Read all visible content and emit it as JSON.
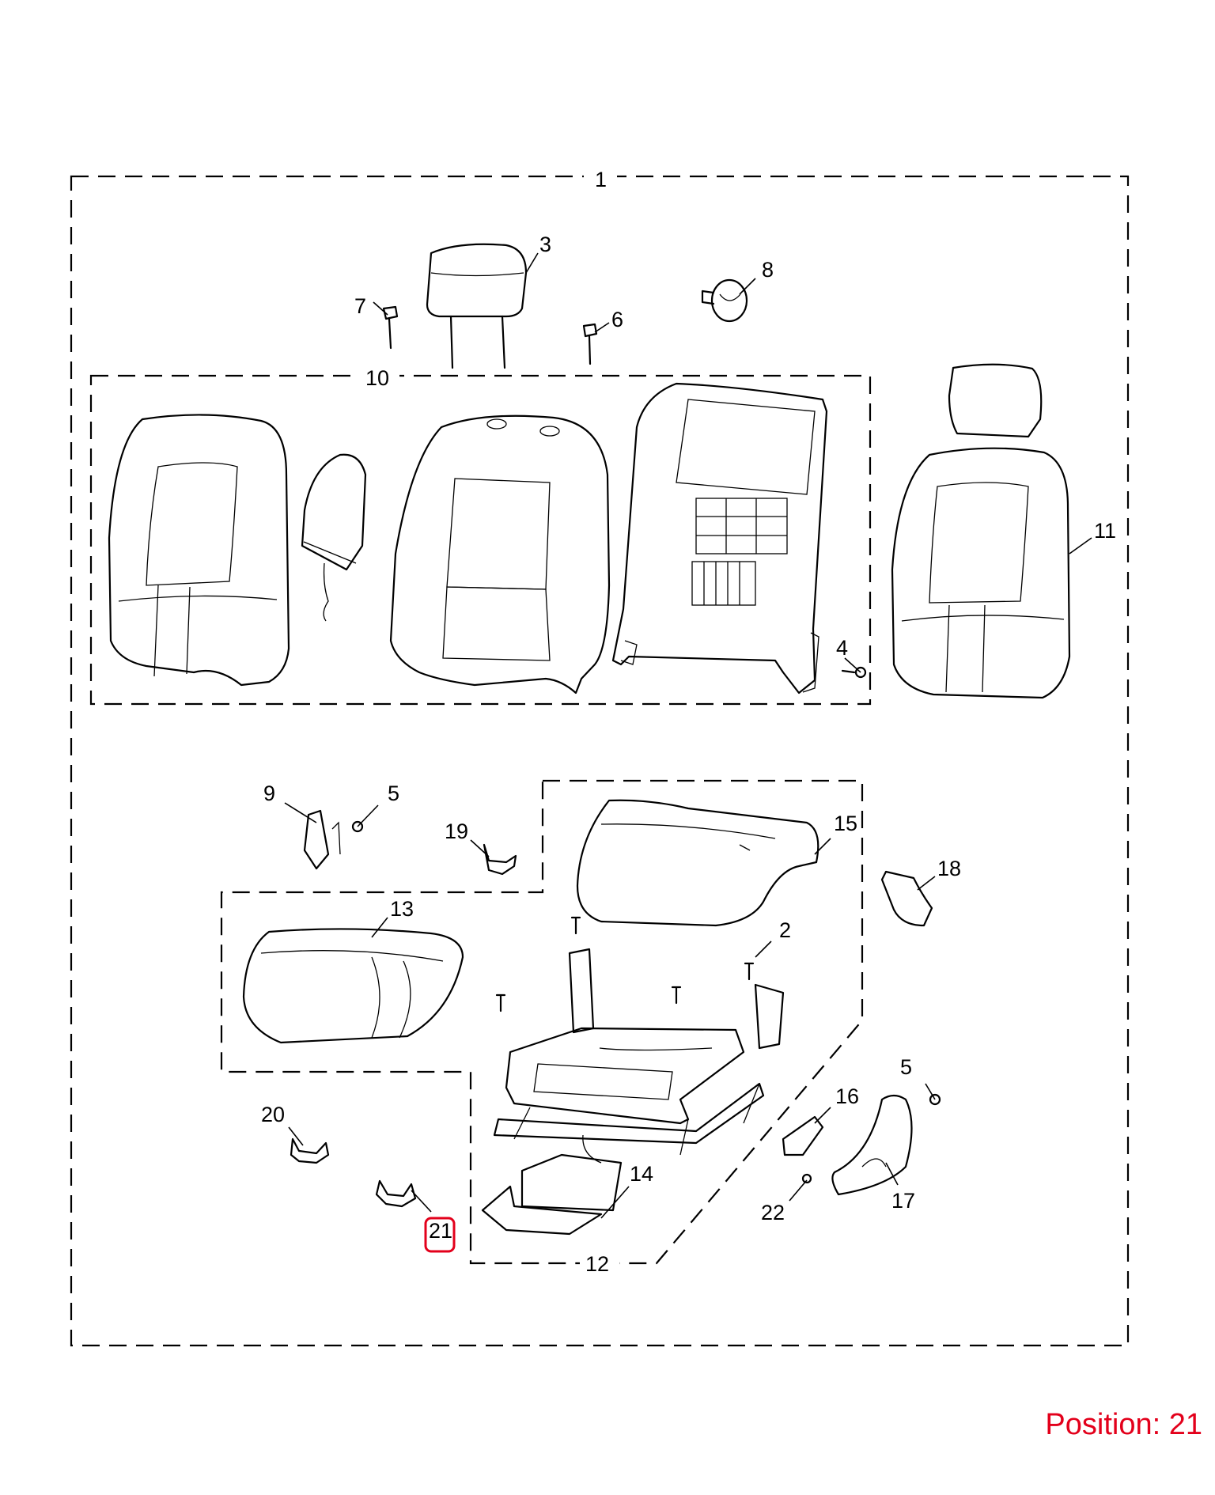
{
  "diagram": {
    "callouts": [
      "1",
      "2",
      "3",
      "4",
      "5",
      "5",
      "6",
      "7",
      "8",
      "9",
      "10",
      "11",
      "12",
      "13",
      "14",
      "15",
      "16",
      "17",
      "18",
      "19",
      "20",
      "21",
      "22"
    ],
    "highlighted_callout": "21",
    "highlight_color": "#e3001b"
  },
  "position_readout": "Position: 21"
}
